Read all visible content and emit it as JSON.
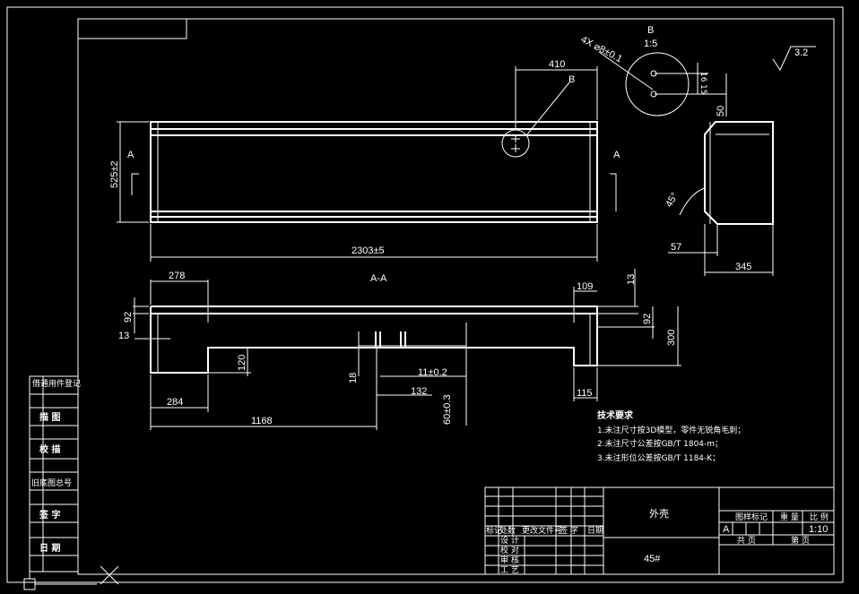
{
  "views": {
    "top": {
      "section_mark_left": "A",
      "section_mark_right": "A",
      "dim_height": "525±2",
      "dim_length": "2303±5",
      "dim_hole_offset": "410",
      "detail_callout": "B"
    },
    "section": {
      "title": "A-A",
      "dims": {
        "d278": "278",
        "d109": "109",
        "d13_top": "13",
        "d92_left": "92",
        "d92_right": "92",
        "d13_left": "13",
        "d300": "300",
        "d120": "120",
        "d18": "18",
        "d11": "11±0.2",
        "d132": "132",
        "d60": "60±0.3",
        "d284": "284",
        "d115": "115",
        "d1168": "1168"
      }
    },
    "detail": {
      "title": "B",
      "scale": "1:5",
      "hole_note": "4X ⌀8±0.1",
      "d_small1": "16",
      "d_small2": "15",
      "d50": "50"
    },
    "side": {
      "angle": "45°",
      "d57": "57",
      "d345": "345"
    },
    "roughness": "3.2"
  },
  "notes": {
    "heading": "技术要求",
    "items": [
      "1.未注尺寸按3D模型，零件无锐角毛刺；",
      "2.未注尺寸公差按GB/T 1804-m；",
      "3.未注形位公差按GB/T 1184-K；"
    ]
  },
  "left_strip": {
    "cells": [
      "借通用件登记",
      "描 图",
      "校 描",
      "旧底图总号",
      "签 字",
      "日 期"
    ]
  },
  "title_block": {
    "part_name": "外壳",
    "material": "45#",
    "row_labels": [
      "标记",
      "处数",
      "更改文件号",
      "签 字",
      "日期"
    ],
    "roles": [
      "设 计",
      "校 对",
      "审 核",
      "工 艺"
    ],
    "stage_label": "图样标记",
    "weight_label": "重 量",
    "scale_label": "比 例",
    "stage_value": "A",
    "scale_value": "1:10",
    "sheet_total": "共 页",
    "sheet_index": "第 页"
  }
}
